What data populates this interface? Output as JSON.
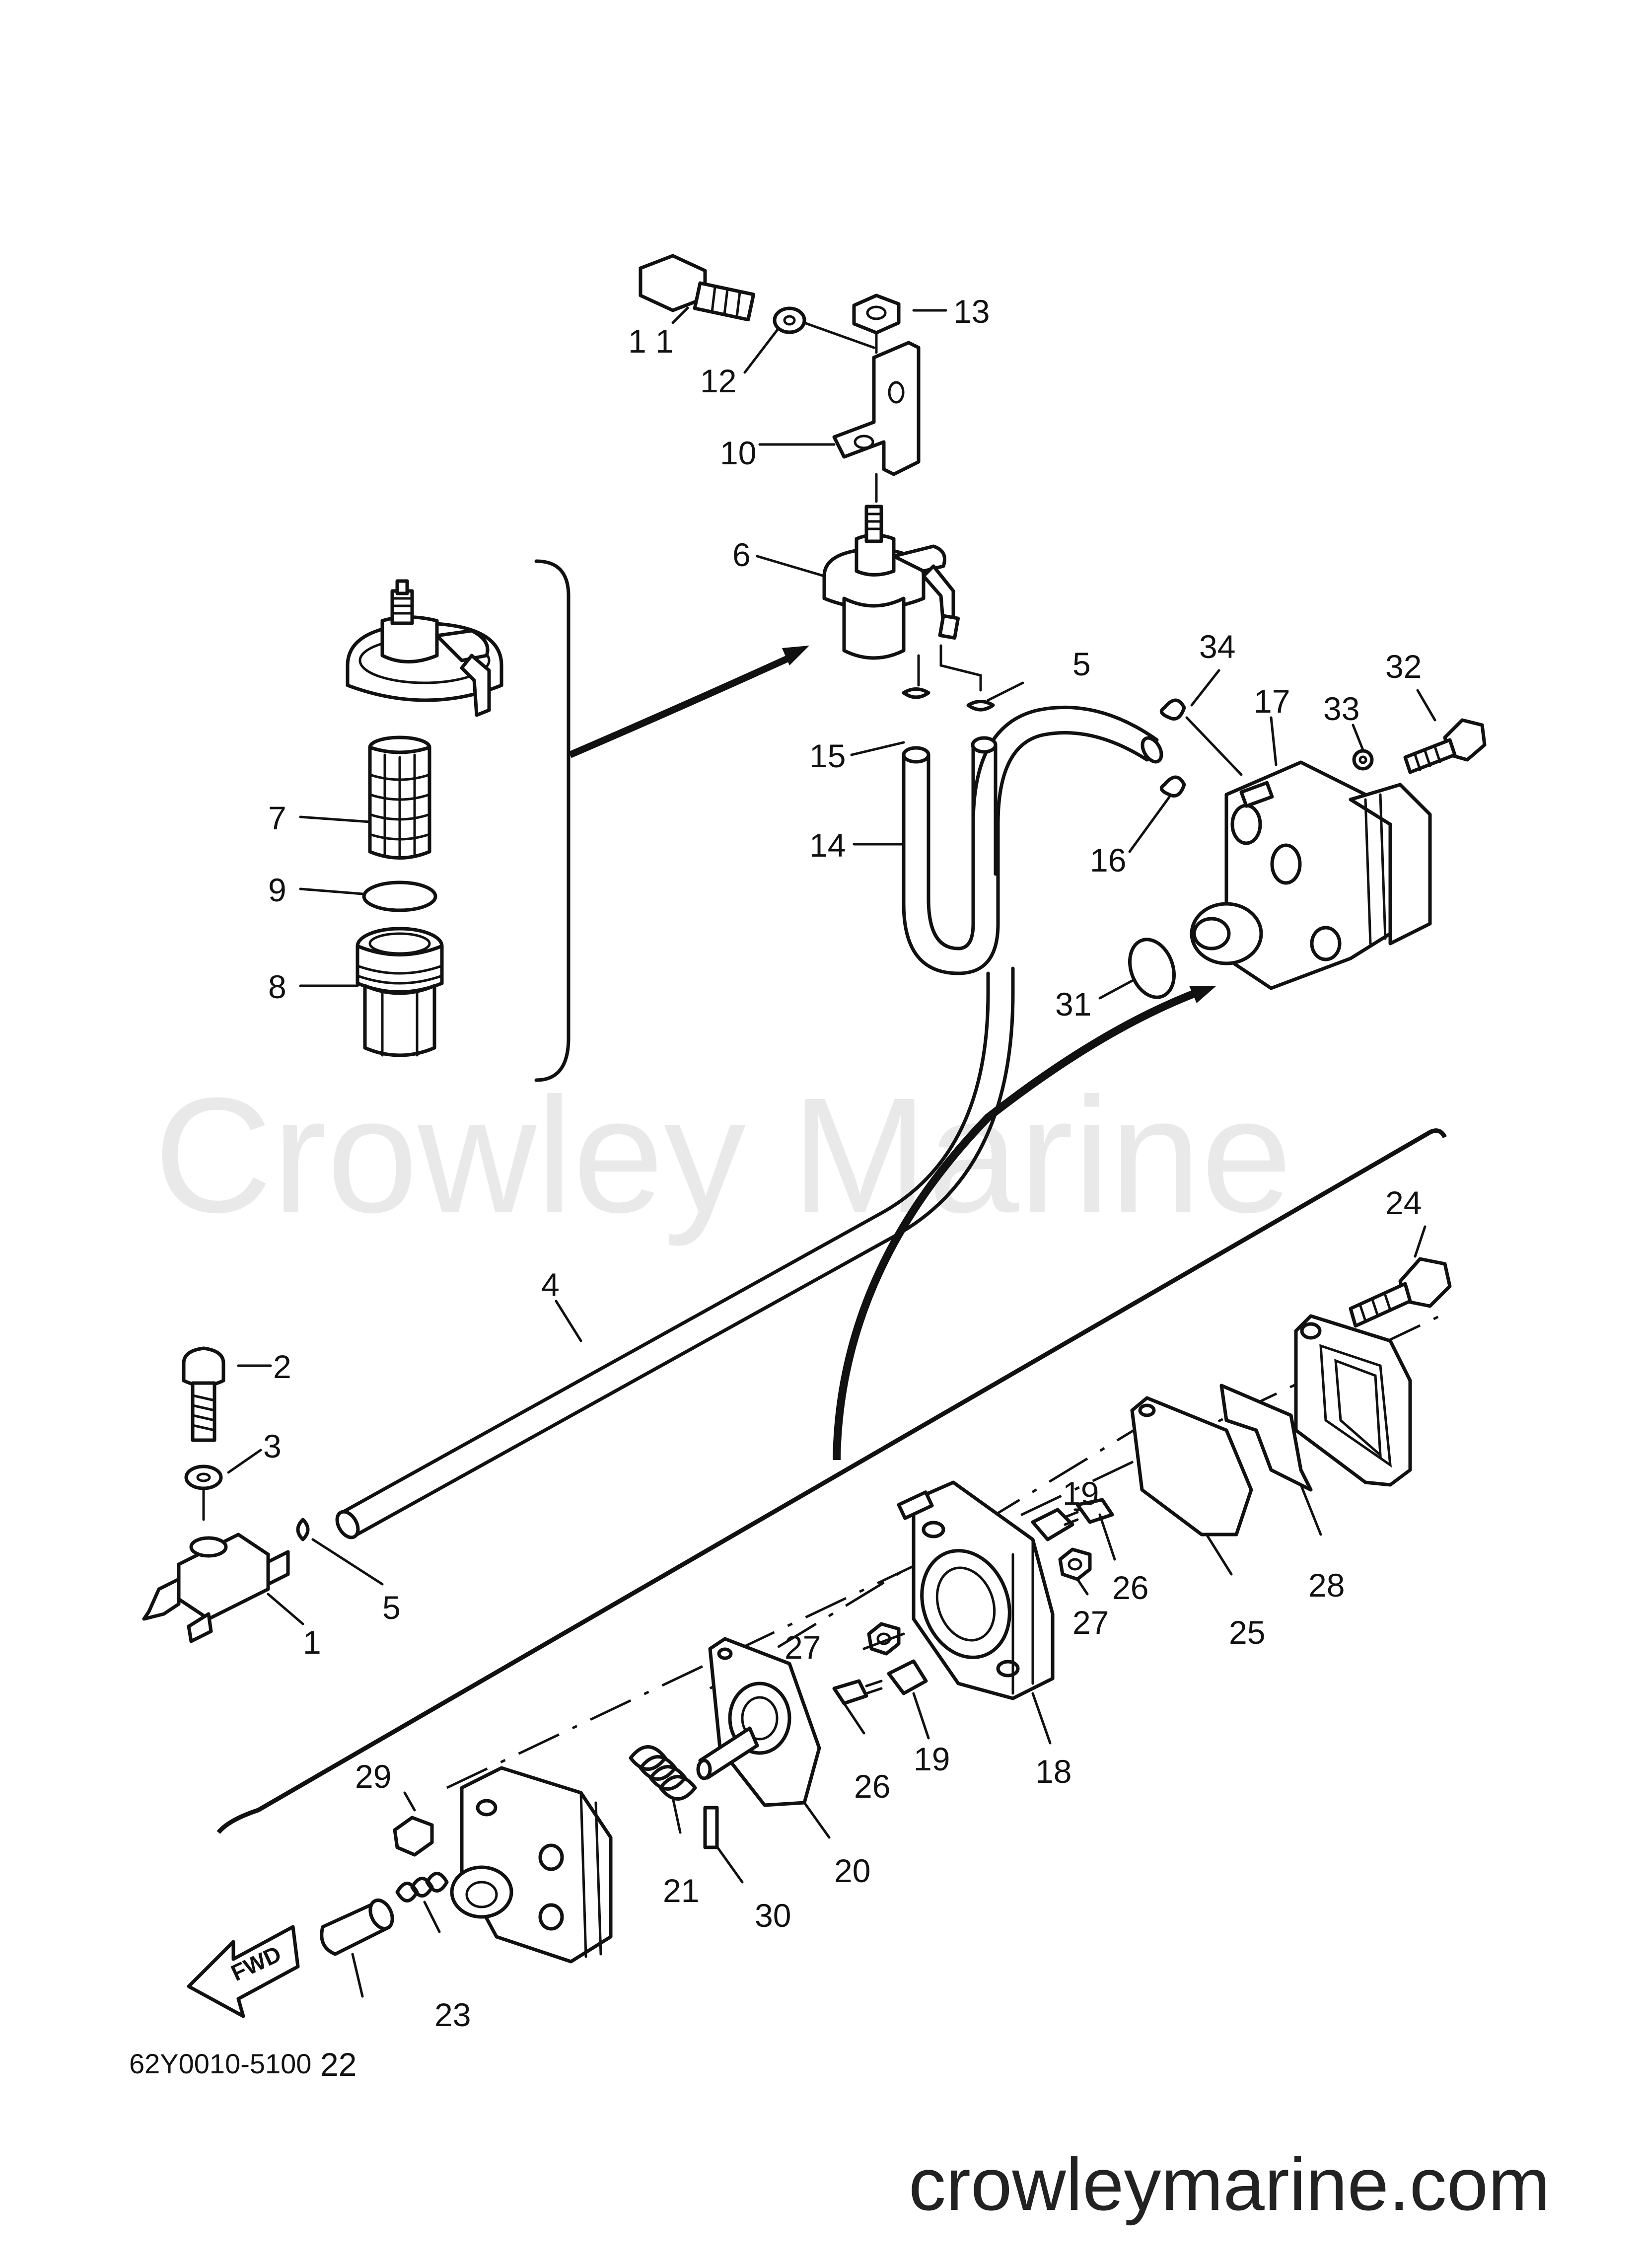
{
  "watermark": "Crowley Marine",
  "website": "crowleymarine.com",
  "diagram_code": "62Y0010-5100",
  "direction_label": "FWD",
  "callouts": {
    "p1": "1",
    "p2": "2",
    "p3": "3",
    "p4": "4",
    "p5a": "5",
    "p5b": "5",
    "p6": "6",
    "p7": "7",
    "p8": "8",
    "p9": "9",
    "p10": "10",
    "p11": "1 1",
    "p12": "12",
    "p13": "13",
    "p14": "14",
    "p15": "15",
    "p16": "16",
    "p17": "17",
    "p18": "18",
    "p19a": "19",
    "p19b": "19",
    "p20": "20",
    "p21": "21",
    "p22": "22",
    "p23": "23",
    "p24": "24",
    "p25": "25",
    "p26a": "26",
    "p26b": "26",
    "p27a": "27",
    "p27b": "27",
    "p28": "28",
    "p29": "29",
    "p30": "30",
    "p31": "31",
    "p32": "32",
    "p33": "33",
    "p34": "34"
  }
}
